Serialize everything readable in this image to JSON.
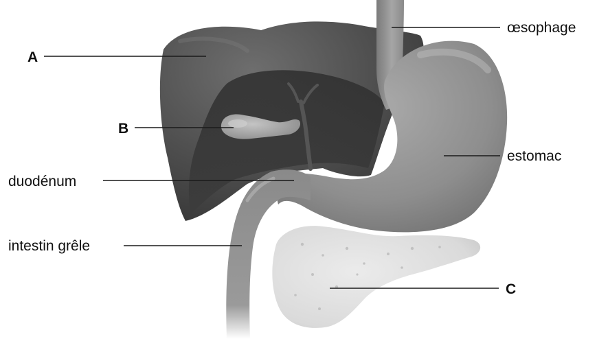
{
  "labels": {
    "a": "A",
    "b": "B",
    "c": "C",
    "oesophagus": "œsophage",
    "stomach": "estomac",
    "duodenum": "duodénum",
    "small_intestine": "intestin grêle"
  },
  "colors": {
    "liver": "#4d4d4d",
    "stomach": "#8e8e8e",
    "pancreas": "#dedede",
    "leader_line": "#1a1a1a"
  }
}
